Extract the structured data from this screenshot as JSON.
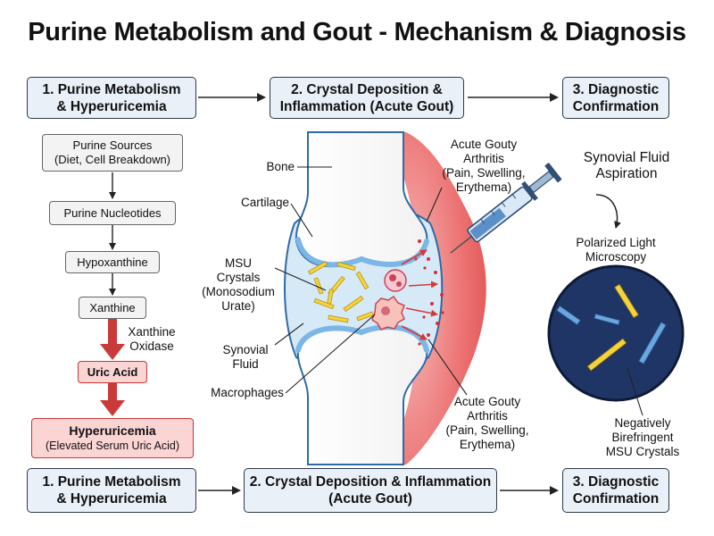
{
  "title": "Purine Metabolism and Gout - Mechanism & Diagnosis",
  "top_steps": [
    {
      "label": "1. Purine Metabolism\n& Hyperuricemia"
    },
    {
      "label": "2. Crystal Deposition &\nInflammation (Acute Gout)"
    },
    {
      "label": "3. Diagnostic\nConfirmation"
    }
  ],
  "bottom_steps": [
    {
      "label": "1. Purine Metabolism\n& Hyperuricemia"
    },
    {
      "label": "2. Crystal Deposition & Inflammation\n(Acute Gout)"
    },
    {
      "label": "3. Diagnostic\nConfirmation"
    }
  ],
  "pathway": {
    "purine_sources": "Purine Sources\n(Diet, Cell Breakdown)",
    "purine_nucleotides": "Purine Nucleotides",
    "hypoxanthine": "Hypoxanthine",
    "xanthine": "Xanthine",
    "enzyme": "Xanthine\nOxidase",
    "uric_acid": "Uric Acid",
    "hyperuricemia_title": "Hyperuricemia",
    "hyperuricemia_sub": "(Elevated Serum Uric Acid)"
  },
  "joint_labels": {
    "bone": "Bone",
    "cartilage": "Cartilage",
    "msu_crystals": "MSU\nCrystals\n(Monosodium\nUrate)",
    "synovial_fluid": "Synovial\nFluid",
    "macrophages": "Macrophages",
    "arthritis_top": "Acute Gouty\nArthritis\n(Pain, Swelling,\nErythema)",
    "arthritis_bottom": "Acute Gouty\nArthritis\n(Pain, Swelling,\nErythema)"
  },
  "diagnosis": {
    "aspiration": "Synovial Fluid\nAspiration",
    "microscopy": "Polarized Light\nMicroscopy",
    "result": "Negatively\nBirefringent\nMSU Crystals"
  },
  "colors": {
    "step_fill": "#e9f0f8",
    "step_border": "#2d3a4a",
    "red_arrow": "#c93a3a",
    "red_box": "#fbd4d4",
    "inflammation": "#e85b5b",
    "synovial": "#d6e9f7",
    "microscope_bg": "#1f3566",
    "crystal_yellow": "#f5d33a",
    "crystal_blue": "#6aa6df"
  }
}
